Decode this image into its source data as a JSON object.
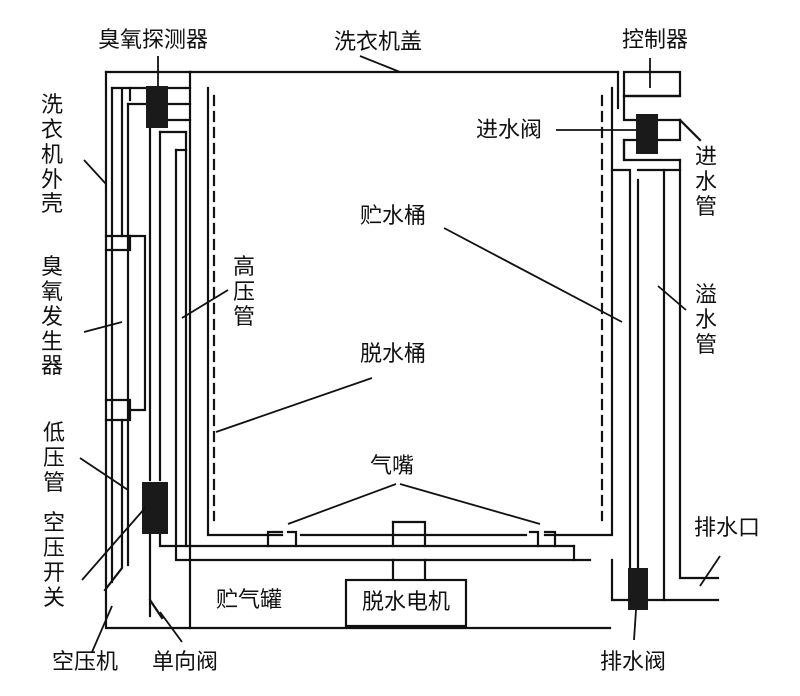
{
  "colors": {
    "line": "#111111",
    "fill_dark": "#1a1a1a",
    "background": "#ffffff"
  },
  "labels": {
    "ozone_detector": "臭氧探测器",
    "washer_lid": "洗衣机盖",
    "controller": "控制器",
    "inlet_valve": "进水阀",
    "inlet_pipe": "进水管",
    "washer_shell": "洗衣机外壳",
    "ozone_generator": "臭氧发生器",
    "high_pressure_pipe": "高压管",
    "water_tub": "贮水桶",
    "overflow_pipe": "溢水管",
    "spin_tub": "脱水桶",
    "low_pressure_pipe": "低压管",
    "air_nozzle": "气嘴",
    "pressure_switch": "空压开关",
    "drain_outlet": "排水口",
    "air_tank": "贮气罐",
    "spin_motor": "脱水电机",
    "air_compressor": "空压机",
    "check_valve": "单向阀",
    "drain_valve": "排水阀"
  }
}
